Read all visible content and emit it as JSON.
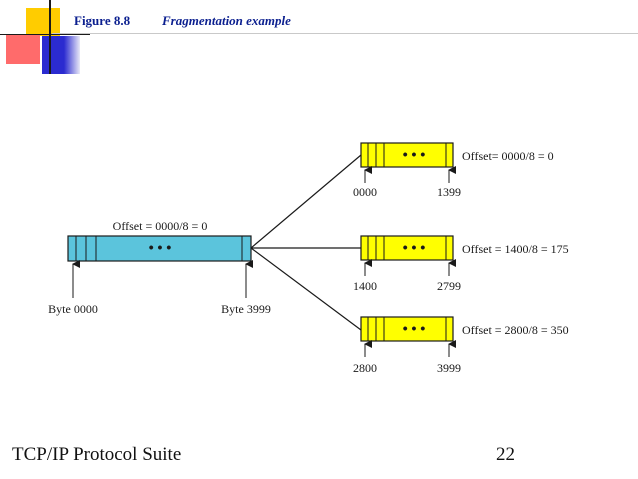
{
  "slide": {
    "figure_label": "Figure 8.8",
    "figure_caption": "Fragmentation example",
    "footer_left": "TCP/IP Protocol Suite",
    "page_number": "22"
  },
  "diagram": {
    "original": {
      "offset_label": "Offset = 0000/8 = 0",
      "first_byte_label": "Byte 0000",
      "last_byte_label": "Byte 3999",
      "color": "#5bc4dc"
    },
    "fragments": [
      {
        "offset_label": "Offset= 0000/8 = 0",
        "first_byte": "0000",
        "last_byte": "1399"
      },
      {
        "offset_label": "Offset = 1400/8 = 175",
        "first_byte": "1400",
        "last_byte": "2799"
      },
      {
        "offset_label": "Offset = 2800/8 = 350",
        "first_byte": "2800",
        "last_byte": "3999"
      }
    ],
    "fragment_color": "#ffff00",
    "ellipsis": "• • •"
  },
  "colors": {
    "title": "#0b1f8f",
    "deco_yellow": "#ffcc00",
    "deco_red": "#ff6666",
    "deco_blue": "#3333cc"
  }
}
